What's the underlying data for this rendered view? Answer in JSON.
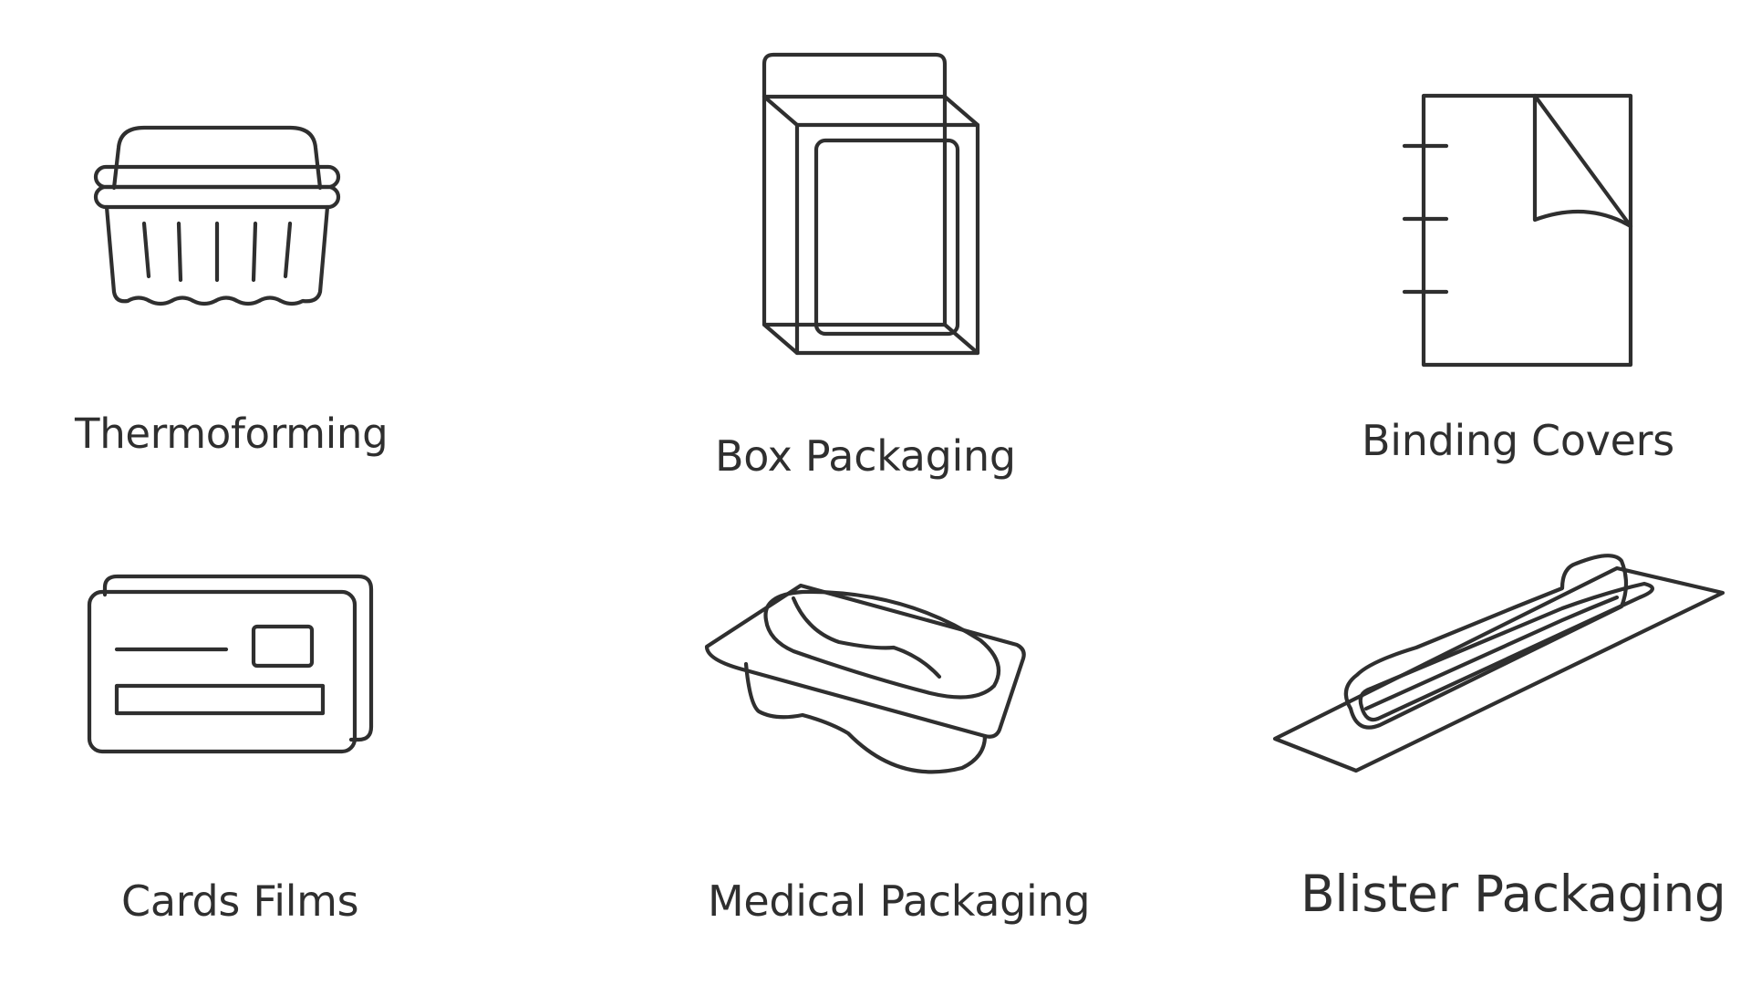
{
  "items": [
    {
      "label": "Thermoforming",
      "icon": "thermoformed-container-icon"
    },
    {
      "label": "Box Packaging",
      "icon": "clear-box-icon"
    },
    {
      "label": "Binding Covers",
      "icon": "binding-cover-icon"
    },
    {
      "label": "Cards Films",
      "icon": "cards-icon"
    },
    {
      "label": "Medical Packaging",
      "icon": "medical-tray-icon"
    },
    {
      "label": "Blister Packaging",
      "icon": "blister-pack-icon"
    }
  ],
  "colors": {
    "line": "#2f2f2f",
    "background": "#ffffff"
  }
}
